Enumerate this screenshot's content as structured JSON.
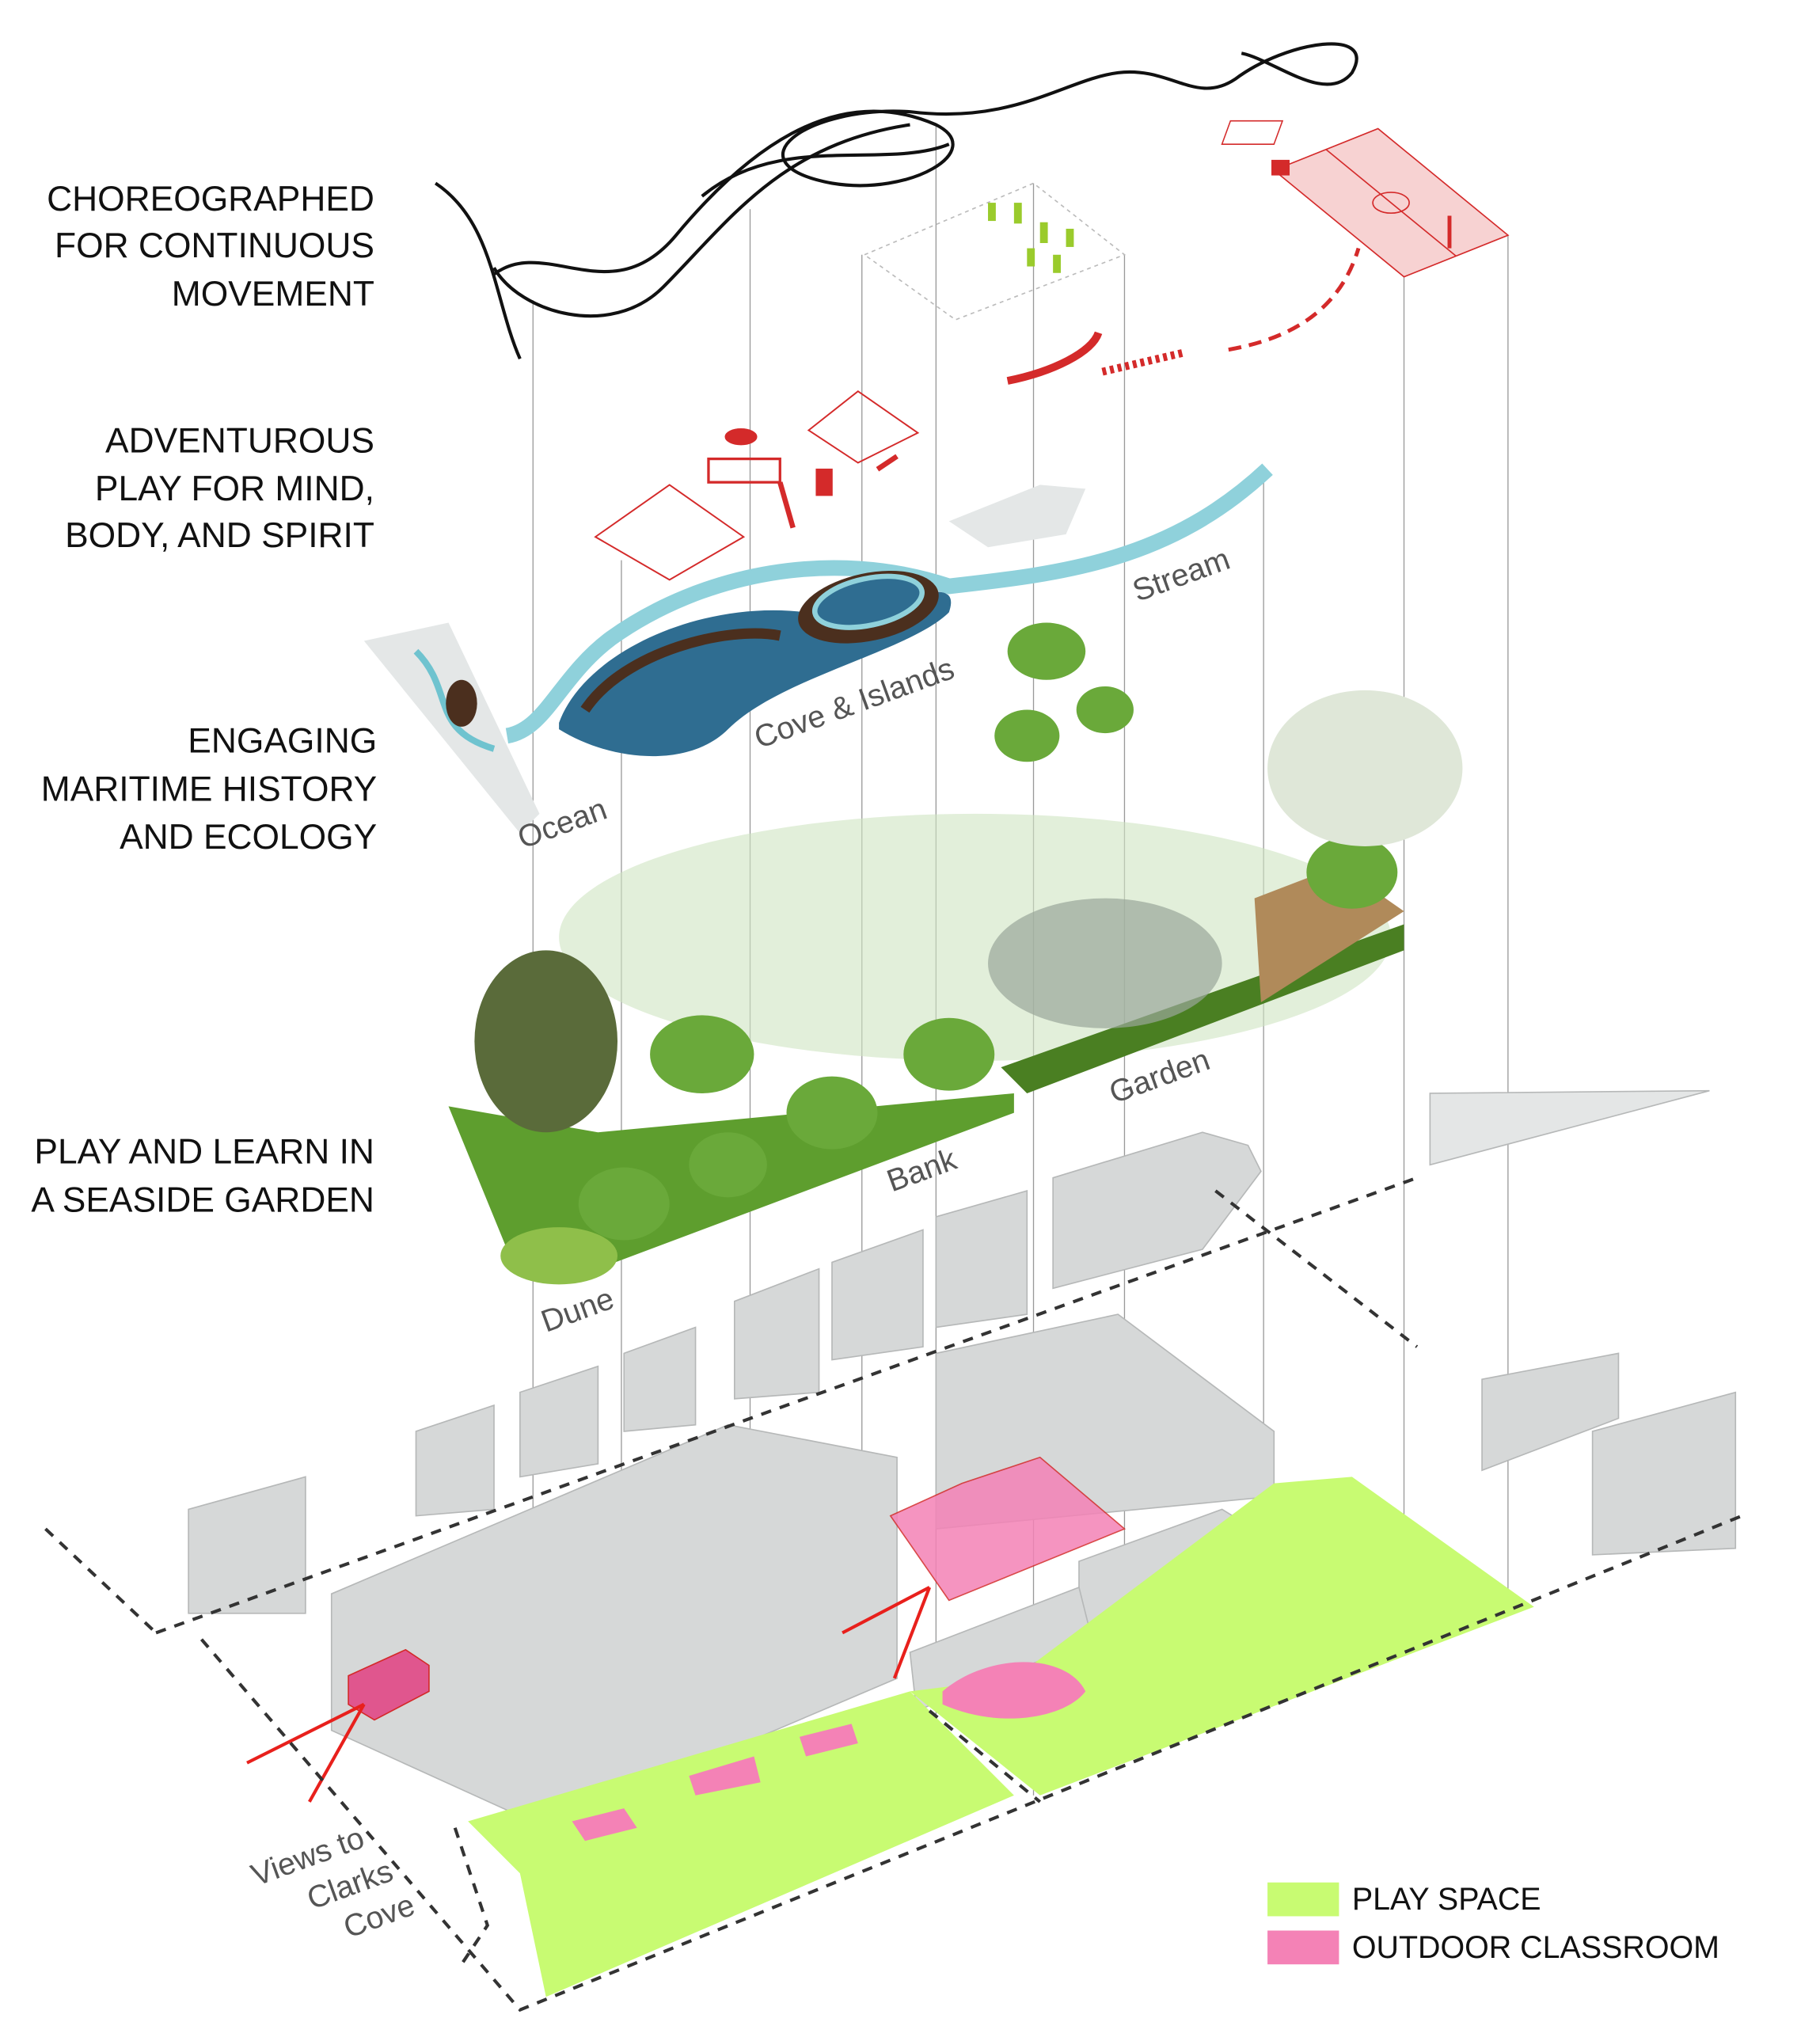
{
  "headings": {
    "movement": [
      "CHOREOGRAPHED",
      "FOR CONTINUOUS",
      "MOVEMENT"
    ],
    "adventure": [
      "ADVENTUROUS",
      "PLAY FOR MIND,",
      "BODY, AND SPIRIT"
    ],
    "maritime": [
      "ENGAGING",
      "MARITIME HISTORY",
      "AND ECOLOGY"
    ],
    "garden": [
      "PLAY AND LEARN IN",
      "A SEASIDE GARDEN"
    ]
  },
  "zones": {
    "ocean": "Ocean",
    "cove": "Cove & Islands",
    "stream": "Stream",
    "garden": "Garden",
    "bank": "Bank",
    "dune": "Dune",
    "views": [
      "Views to",
      "Clarks",
      "Cove"
    ]
  },
  "legend": [
    {
      "label": "PLAY SPACE",
      "color": "#c8fb72"
    },
    {
      "label": "OUTDOOR CLASSROOM",
      "color": "#f482b6"
    }
  ],
  "colors": {
    "play_equipment": "#d42a2a",
    "water": "#6fc3cf",
    "cove": "#2f6d91",
    "garden": "#5e9e2e",
    "building": "#d6d8d8"
  }
}
